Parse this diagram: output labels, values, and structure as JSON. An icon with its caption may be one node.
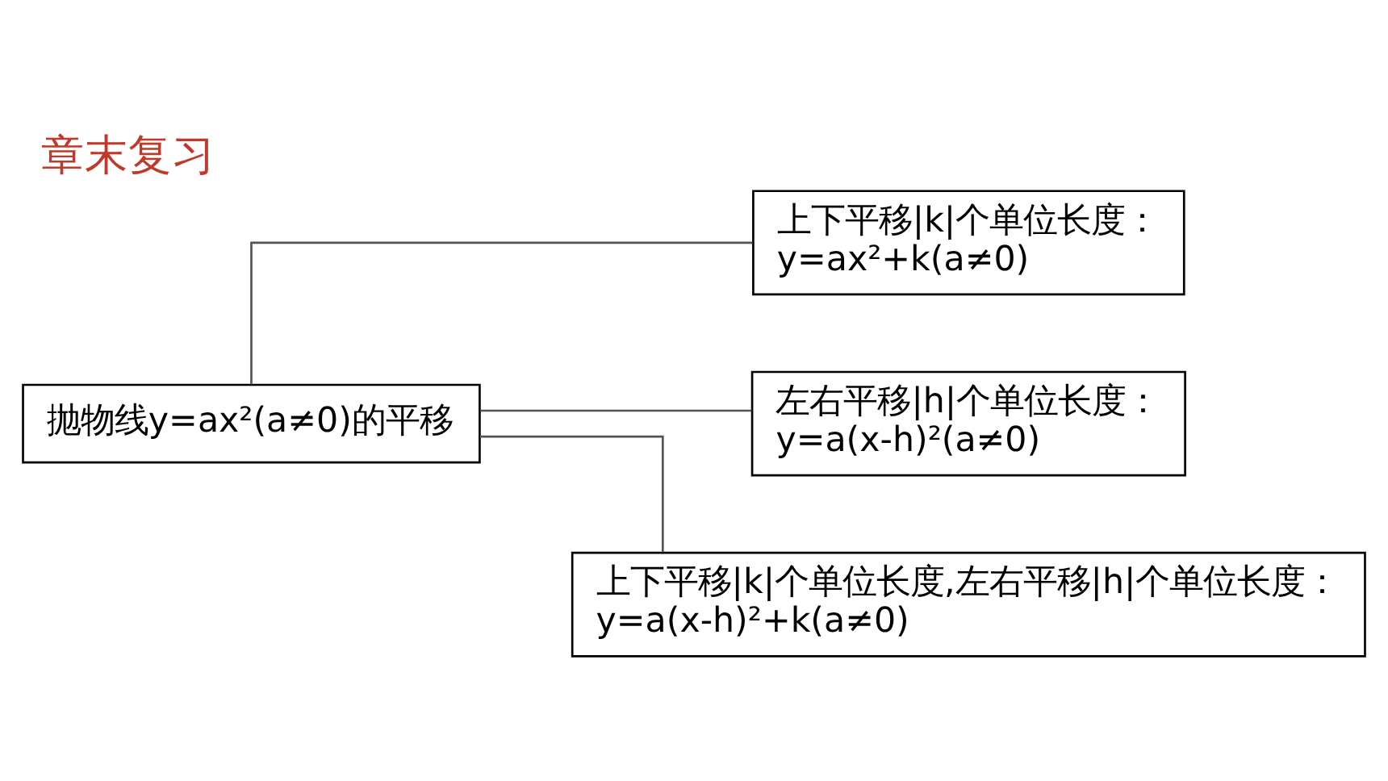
{
  "diagram": {
    "title": "章末复习",
    "nodes": [
      {
        "text": [
          "抛物线y=ax²(a≠0)的平移"
        ]
      },
      {
        "text": [
          "上下平移|k|个单位长度：",
          "y=ax²+k(a≠0)"
        ]
      },
      {
        "text": [
          "左右平移|h|个单位长度：",
          "y=a(x-h)²(a≠0)"
        ]
      },
      {
        "text": [
          "上下平移|k|个单位长度,左右平移|h|个单位长度：",
          "y=a(x-h)²+k(a≠0)"
        ]
      }
    ],
    "edges": [
      {
        "from": 0,
        "to": 1,
        "arrow": "none"
      },
      {
        "from": 0,
        "to": 2,
        "arrow": "none"
      },
      {
        "from": 0,
        "to": 3,
        "arrow": "none"
      }
    ]
  }
}
